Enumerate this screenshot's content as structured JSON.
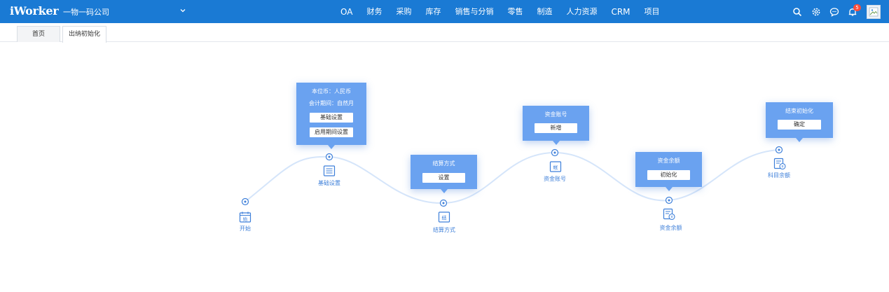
{
  "header": {
    "logo": "iWorker",
    "company": "一物一码公司",
    "nav": [
      "OA",
      "财务",
      "采购",
      "库存",
      "销售与分销",
      "零售",
      "制造",
      "人力资源",
      "CRM",
      "项目"
    ],
    "notification_count": "5"
  },
  "tabs": [
    {
      "label": "首页",
      "active": false
    },
    {
      "label": "出纳初始化",
      "active": true
    }
  ],
  "steps": {
    "start": {
      "label": "开始",
      "icon_char": "始"
    },
    "basic": {
      "label": "基础设置",
      "popup_lines": [
        "本位币：人民币",
        "会计期间：自然月"
      ],
      "buttons": [
        "基础设置",
        "启用期间设置"
      ]
    },
    "settlement": {
      "label": "结算方式",
      "icon_char": "结",
      "popup_title": "结算方式",
      "button": "设置"
    },
    "account": {
      "label": "资金账号",
      "icon_char": "帐",
      "popup_title": "资金账号",
      "button": "新增"
    },
    "balance": {
      "label": "资金余额",
      "popup_title": "资金余额",
      "button": "初始化"
    },
    "subject": {
      "label": "科目余额",
      "popup_title": "结束初始化",
      "button": "确定"
    }
  },
  "colors": {
    "header_bg": "#1a7ad4",
    "popup_bg": "#6aa2f0",
    "curve": "#d5e5fa",
    "accent": "#3d7fd9",
    "badge": "#ff4d3a"
  }
}
